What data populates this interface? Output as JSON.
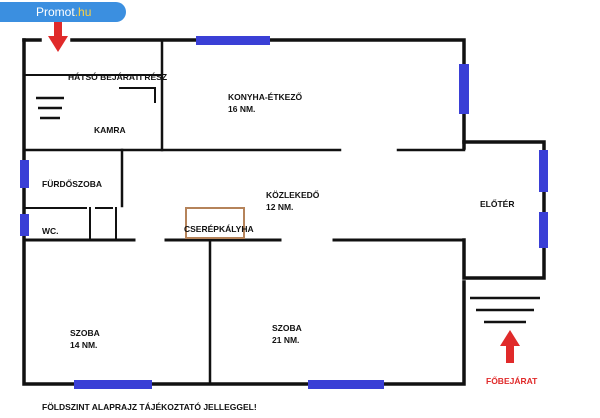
{
  "watermark": {
    "brand": "Promot",
    "suffix": ".hu"
  },
  "rooms": {
    "hatso": "HÁTSÓ BEJÁRATI RÉSZ",
    "kamra": "KAMRA",
    "konyha": "KONYHA-ÉTKEZŐ",
    "konyha_area": "16 NM.",
    "furdo": "FÜRDŐSZOBA",
    "wc": "WC.",
    "kozlekedo": "KÖZLEKEDŐ",
    "kozlekedo_area": "12 NM.",
    "cserep": "CSERÉPKÁLYHA",
    "eloter": "ELŐTÉR",
    "szoba1": "SZOBA",
    "szoba1_area": "14 NM.",
    "szoba2": "SZOBA",
    "szoba2_area": "21 NM."
  },
  "main_entrance": "FŐBEJÁRAT",
  "footer": "FÖLDSZINT ALAPRAJZ TÁJÉKOZTATÓ JELLEGGEL!",
  "colors": {
    "wall": "#111111",
    "window": "#3a3fd6",
    "arrow": "#e02a2a",
    "stove": "#b5835a",
    "badge": "#3b8fe0"
  },
  "icons": [
    "up-arrow-icon",
    "down-arrow-icon",
    "stairs-icon"
  ]
}
